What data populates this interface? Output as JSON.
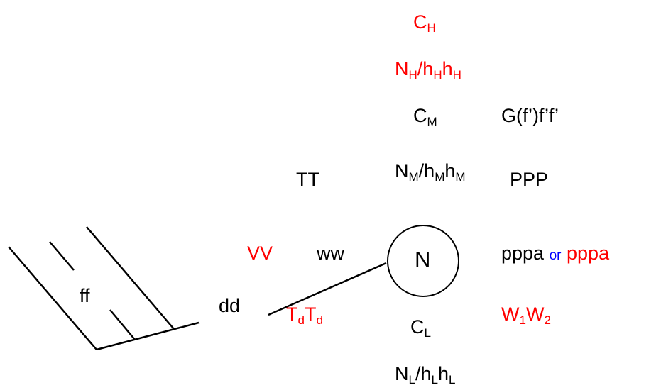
{
  "colors": {
    "red": "#ff0000",
    "blue": "#0000ff",
    "black": "#000000"
  },
  "diagram": {
    "top": {
      "c_h": {
        "base": "C",
        "sub": "H"
      },
      "n_h": {
        "n": "N",
        "n_sub": "H",
        "slash_h1": "/h",
        "h1_sub": "H",
        "h2": "h",
        "h2_sub": "H"
      },
      "c_m": {
        "base": "C",
        "sub": "M"
      },
      "gf": {
        "text": "G(f’)f’f’"
      },
      "tt": {
        "text": "TT"
      },
      "n_m": {
        "n": "N",
        "n_sub": "M",
        "slash_h1": "/h",
        "h1_sub": "M",
        "h2": "h",
        "h2_sub": "M"
      },
      "ppp": {
        "text": "PPP"
      }
    },
    "middle": {
      "vv": {
        "text": "VV"
      },
      "ww": {
        "text": "ww"
      },
      "station_circle": {
        "symbol": "N"
      },
      "pppa": {
        "first": "pppa",
        "or": "or",
        "second": "pppa"
      }
    },
    "lower": {
      "ff": {
        "text": "ff"
      },
      "dd": {
        "text": "dd"
      },
      "tdtd": {
        "t1": "T",
        "t1_sub": "d",
        "t2": "T",
        "t2_sub": "d"
      },
      "c_l": {
        "base": "C",
        "sub": "L"
      },
      "w1w2": {
        "w1": "W",
        "w1_sub": "1",
        "w2": "W",
        "w2_sub": "2"
      },
      "n_l": {
        "n": "N",
        "n_sub": "L",
        "slash_h1": "/h",
        "h1_sub": "L",
        "h2": "h",
        "h2_sub": "L"
      }
    }
  }
}
